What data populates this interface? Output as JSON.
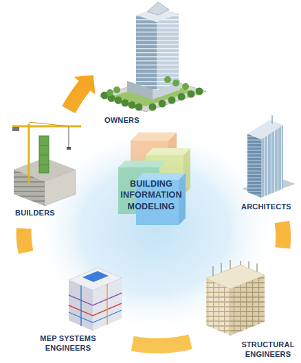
{
  "diagram": {
    "nodes": [
      {
        "text": [
          "OWNERS"
        ]
      },
      {
        "text": [
          "BUILDERS"
        ]
      },
      {
        "text": [
          "BUILDING INFORMATION MODELING"
        ]
      },
      {
        "text": [
          "ARCHITECTS"
        ]
      },
      {
        "text": [
          "MEP SYSTEMS ENGINEERS"
        ]
      },
      {
        "text": [
          "STRUCTURAL ENGINEERS"
        ]
      }
    ],
    "edges": [
      {
        "from": 3,
        "to": 5,
        "arrow": "none"
      },
      {
        "from": 5,
        "to": 4,
        "arrow": "none"
      },
      {
        "from": 4,
        "to": 1,
        "arrow": "none"
      },
      {
        "from": 1,
        "to": 0,
        "arrow": "to"
      }
    ]
  }
}
